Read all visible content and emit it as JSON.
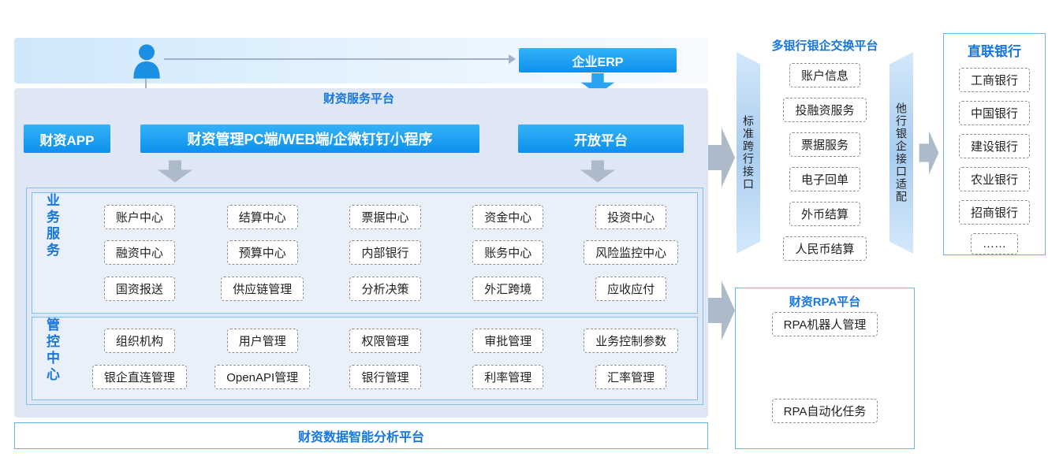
{
  "colors": {
    "accent_blue": "#1677e0",
    "button_blue": "#0d90ec",
    "arrow_gray": "#adbac9",
    "panel_bg": "#dee7f3"
  },
  "header": {
    "erp_button": "企业ERP",
    "platform_title": "财资服务平台"
  },
  "apps": {
    "treasury_app": "财资APP",
    "pc_web": "财资管理PC端/WEB端/企微钉钉小程序",
    "open_platform": "开放平台"
  },
  "business": {
    "title": "业务服务",
    "items": [
      "账户中心",
      "结算中心",
      "票据中心",
      "资金中心",
      "投资中心",
      "融资中心",
      "预算中心",
      "内部银行",
      "账务中心",
      "风险监控中心",
      "国资报送",
      "供应链管理",
      "分析决策",
      "外汇跨境",
      "应收应付"
    ]
  },
  "control": {
    "title": "管控中心",
    "items": [
      "组织机构",
      "用户管理",
      "权限管理",
      "审批管理",
      "业务控制参数",
      "银企直连管理",
      "OpenAPI管理",
      "银行管理",
      "利率管理",
      "汇率管理"
    ]
  },
  "analysis_bar": {
    "label": "财资数据智能分析平台"
  },
  "exchange": {
    "title": "多银行银企交换平台",
    "left_label": "标准跨行接口",
    "right_label": "他行银企接口适配",
    "items": [
      "账户信息",
      "投融资服务",
      "票据服务",
      "电子回单",
      "外币结算",
      "人民币结算"
    ]
  },
  "banks": {
    "title": "直联银行",
    "items": [
      "工商银行",
      "中国银行",
      "建设银行",
      "农业银行",
      "招商银行",
      "……"
    ]
  },
  "rpa": {
    "title": "财资RPA平台",
    "items": [
      "RPA机器人管理",
      "RPA自动化任务"
    ]
  }
}
